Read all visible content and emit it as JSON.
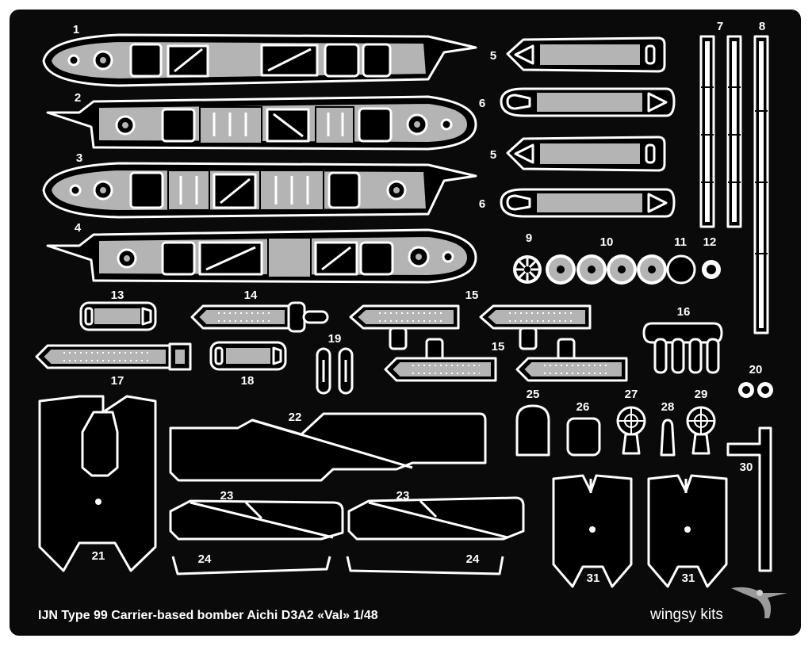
{
  "sheet": {
    "title": "IJN Type 99 Carrier-based bomber Aichi D3A2 «Val» 1/48",
    "brand": "wingsy kits",
    "background": "#0a0a0a",
    "metal_color": "#b4b4b4",
    "outline_color": "#ffffff",
    "logo_icon": "hummingbird-icon"
  },
  "parts": {
    "p1": "1",
    "p2": "2",
    "p3": "3",
    "p4": "4",
    "p5a": "5",
    "p6a": "6",
    "p5b": "5",
    "p6b": "6",
    "p7": "7",
    "p8": "8",
    "p9": "9",
    "p10": "10",
    "p11": "11",
    "p12": "12",
    "p13": "13",
    "p14": "14",
    "p15a": "15",
    "p15b": "15",
    "p16": "16",
    "p17": "17",
    "p18": "18",
    "p19": "19",
    "p20": "20",
    "p21": "21",
    "p22": "22",
    "p23a": "23",
    "p23b": "23",
    "p24a": "24",
    "p24b": "24",
    "p25": "25",
    "p26": "26",
    "p27": "27",
    "p28": "28",
    "p29": "29",
    "p30": "30",
    "p31a": "31",
    "p31b": "31"
  }
}
